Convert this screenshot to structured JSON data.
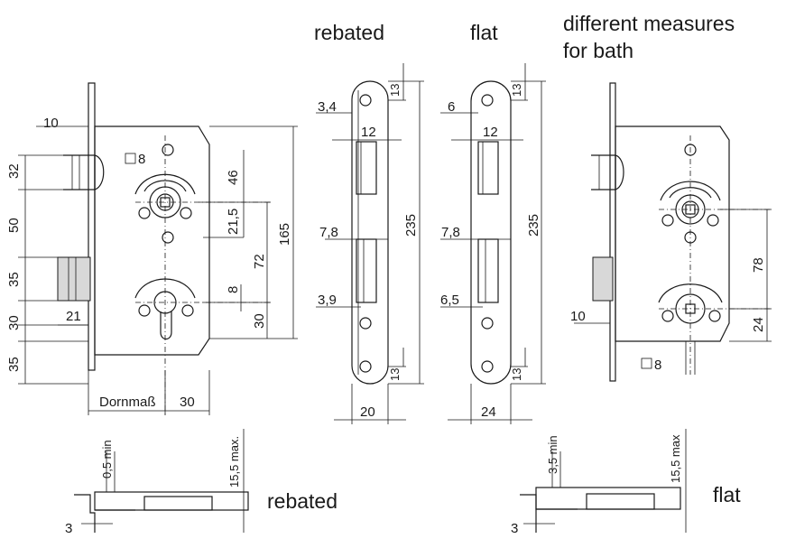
{
  "headings": {
    "rebated": "rebated",
    "flat": "flat",
    "bath_line1": "different measures",
    "bath_line2": "for bath",
    "bottom_rebated": "rebated",
    "bottom_flat": "flat"
  },
  "main_view": {
    "d_10": "10",
    "d_32": "32",
    "d_50": "50",
    "d_35a": "35",
    "d_30a": "30",
    "d_35b": "35",
    "d_21": "21",
    "spindle": "8",
    "d_46": "46",
    "d_21_5": "21,5",
    "d_72": "72",
    "d_165": "165",
    "d_8": "8",
    "d_30b": "30",
    "dornmass": "Dornmaß",
    "d_30c": "30"
  },
  "rebated_plate": {
    "d_3_4": "3,4",
    "d_13a": "13",
    "d_12": "12",
    "d_235": "235",
    "d_7_8": "7,8",
    "d_3_9": "3,9",
    "d_13b": "13",
    "d_20": "20"
  },
  "flat_plate": {
    "d_6": "6",
    "d_13a": "13",
    "d_12": "12",
    "d_235": "235",
    "d_7_8": "7,8",
    "d_6_5": "6,5",
    "d_13b": "13",
    "d_24": "24"
  },
  "bath_view": {
    "d_78": "78",
    "d_24": "24",
    "d_10": "10",
    "spindle": "8"
  },
  "section_rebated": {
    "d_0_5": "0,5 min",
    "d_15_5": "15,5 max.",
    "d_3": "3"
  },
  "section_flat": {
    "d_3_5": "3,5 min",
    "d_15_5": "15,5 max",
    "d_3": "3"
  }
}
